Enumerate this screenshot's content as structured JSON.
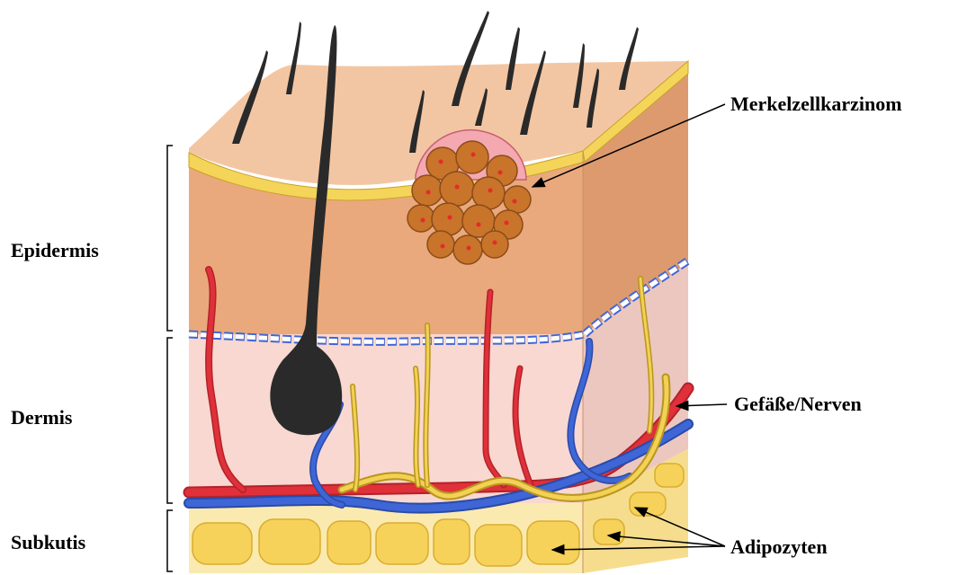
{
  "labels": {
    "epidermis": "Epidermis",
    "dermis": "Dermis",
    "subkutis": "Subkutis",
    "tumor": "Merkelzellkarzinom",
    "vessels": "Gefäße/Nerven",
    "fat": "Adipozyten"
  },
  "colors": {
    "epidermis_top": "#f3c6a3",
    "epidermis_front": "#eaa97c",
    "epidermis_side": "#dc9a6e",
    "dermis_front": "#f8d8d0",
    "dermis_side": "#ecc7bf",
    "subcutis": "#fbeab0",
    "fat_cell": "#f6d25a",
    "yellow_band": "#f4d55a",
    "hair": "#2a2a2a",
    "artery": "#e0303a",
    "vein": "#3f66d6",
    "nerve": "#e8c43c",
    "tumor": "#c8742a",
    "tumor_halo": "#f4a8b0"
  }
}
